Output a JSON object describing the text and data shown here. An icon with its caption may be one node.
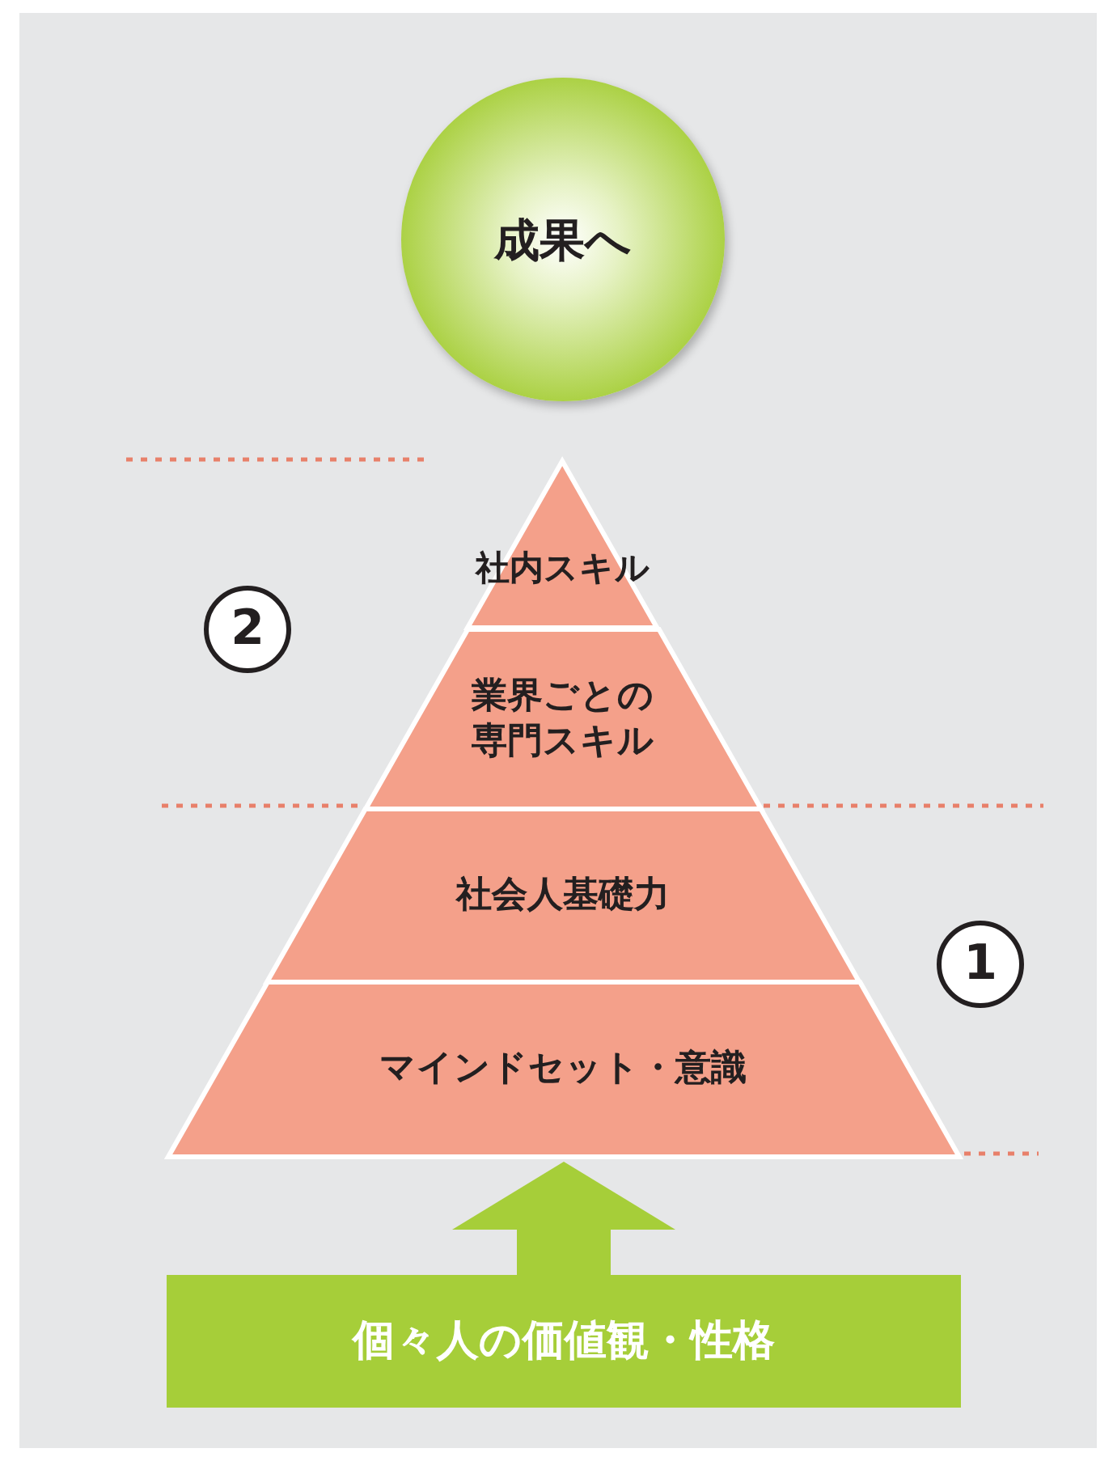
{
  "diagram": {
    "nodes": [
      {
        "text": [
          "成果へ"
        ]
      },
      {
        "text": [
          "社内スキル"
        ]
      },
      {
        "text": [
          "2"
        ]
      },
      {
        "text": [
          "業界ごとの専門スキル"
        ]
      },
      {
        "text": [
          "社会人基礎力"
        ]
      },
      {
        "text": [
          "1"
        ]
      },
      {
        "text": [
          "マインドセット・意識"
        ]
      },
      {
        "text": [
          "個々人の価値観・性格"
        ]
      }
    ],
    "edges": [
      {
        "from": 7,
        "to": 6,
        "arrow": "to"
      }
    ]
  }
}
